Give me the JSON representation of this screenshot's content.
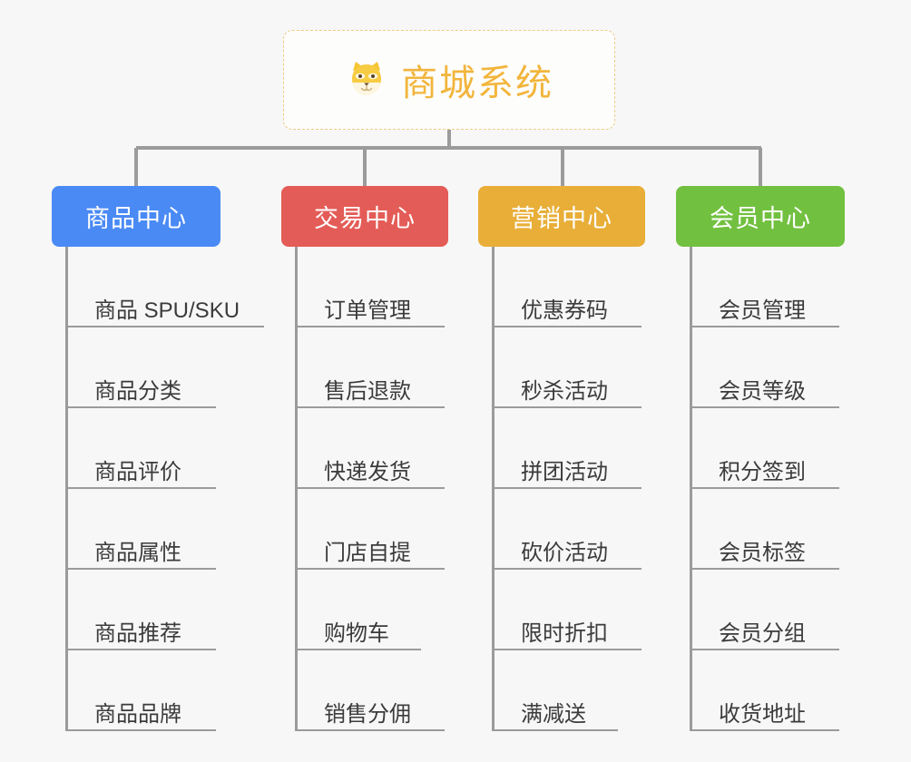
{
  "diagram": {
    "title": "商城系统",
    "root_icon": "shiba-dog-icon",
    "background_color": "#f7f7f7",
    "root_border_color": "#f0c987",
    "root_text_color": "#f2b53c",
    "connector_color": "#9b9b9b",
    "branches": [
      {
        "label": "商品中心",
        "color": "#4a8af4",
        "items": [
          "商品 SPU/SKU",
          "商品分类",
          "商品评价",
          "商品属性",
          "商品推荐",
          "商品品牌"
        ]
      },
      {
        "label": "交易中心",
        "color": "#e45c57",
        "items": [
          "订单管理",
          "售后退款",
          "快递发货",
          "门店自提",
          "购物车",
          "销售分佣"
        ]
      },
      {
        "label": "营销中心",
        "color": "#e8ae38",
        "items": [
          "优惠券码",
          "秒杀活动",
          "拼团活动",
          "砍价活动",
          "限时折扣",
          "满减送"
        ]
      },
      {
        "label": "会员中心",
        "color": "#72c040",
        "items": [
          "会员管理",
          "会员等级",
          "积分签到",
          "会员标签",
          "会员分组",
          "收货地址"
        ]
      }
    ]
  }
}
